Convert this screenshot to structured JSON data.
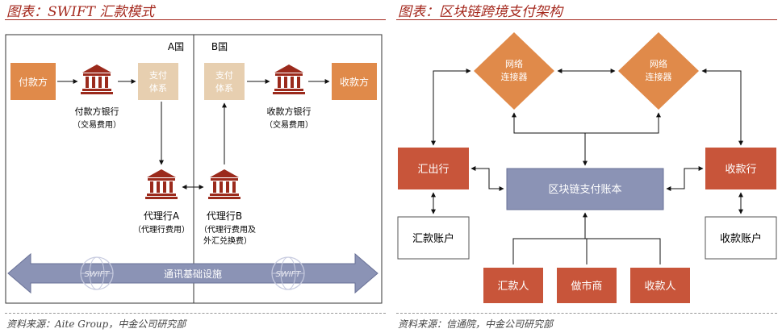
{
  "left": {
    "title": "图表：SWIFT 汇款模式",
    "source": "资料来源：Aite Group，中金公司研究部",
    "country_a": "A国",
    "country_b": "B国",
    "payer": "付款方",
    "payee": "收款方",
    "payment_system_a": [
      "支付",
      "体系"
    ],
    "payment_system_b": [
      "支付",
      "体系"
    ],
    "payer_bank": "付款方银行",
    "payer_bank_fee": "（交易费用）",
    "payee_bank": "收款方银行",
    "payee_bank_fee": "（交易费用）",
    "agent_a": "代理行A",
    "agent_a_fee": "（代理行费用）",
    "agent_b": "代理行B",
    "agent_b_fee1": "（代理行费用及",
    "agent_b_fee2": "外汇兑换费）",
    "infrastructure": "通讯基础设施",
    "swift_logo": "SWIFT"
  },
  "right": {
    "title": "图表：区块链跨境支付架构",
    "source": "资料来源：信通院，中金公司研究部",
    "connector_left": [
      "网络",
      "连接器"
    ],
    "connector_right": [
      "网络",
      "连接器"
    ],
    "remitting_bank": "汇出行",
    "receiving_bank": "收款行",
    "ledger": "区块链支付账本",
    "remit_account": "汇款账户",
    "receive_account": "收款账户",
    "remitter": "汇款人",
    "market_maker": "做市商",
    "receiver": "收款人"
  },
  "colors": {
    "orange": "#e08a4a",
    "tan": "#e7cfb0",
    "red": "#c8553a",
    "ledger": "#8b93b5",
    "bank_icon": "#9b2a1c",
    "title": "#a52a1f"
  }
}
